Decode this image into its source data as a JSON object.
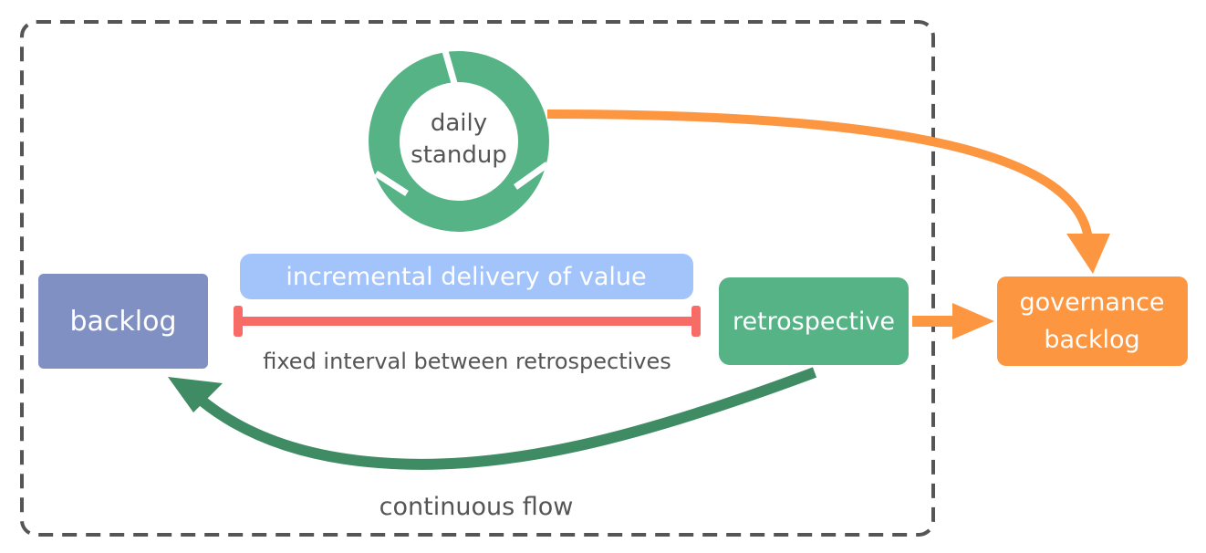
{
  "nodes": {
    "backlog": {
      "label": "backlog"
    },
    "daily_standup": {
      "line1": "daily",
      "line2": "standup"
    },
    "increment_banner": {
      "label": "incremental delivery of value"
    },
    "interval_caption": {
      "label": "fixed interval between retrospectives"
    },
    "retrospective": {
      "label": "retrospective"
    },
    "governance_backlog": {
      "line1": "governance",
      "line2": "backlog"
    },
    "continuous_flow": {
      "label": "continuous flow"
    }
  },
  "colors": {
    "boundary": "#555555",
    "backlog": "#8090c2",
    "standup_cycle": "#55b386",
    "increment_banner": "#a2c4fb",
    "interval_bar": "#f76c66",
    "retrospective": "#55b386",
    "governance": "#fd9640",
    "feedback_arrow": "#3f8b63",
    "node_text": "#ffffff",
    "caption_text": "#555555"
  },
  "icons": {
    "standup_cycle": "cycle-arrows-icon"
  }
}
